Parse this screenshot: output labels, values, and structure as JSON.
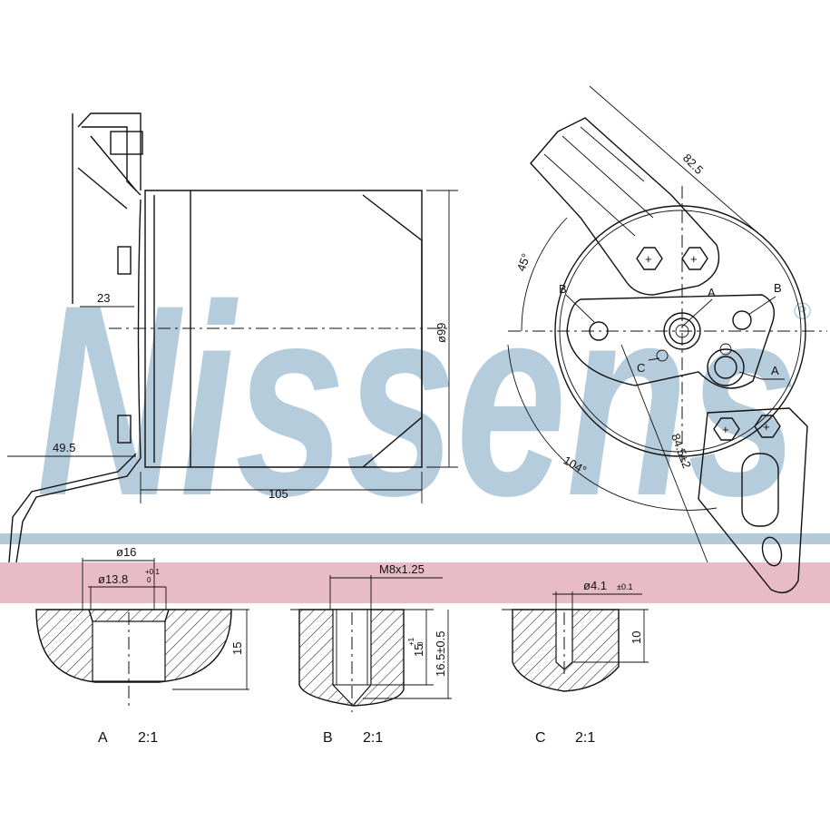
{
  "watermark": {
    "brand": "Nissens",
    "registered": "®"
  },
  "colors": {
    "watermark": "#a9c4d8",
    "blue_band": "#b4cad9",
    "pink_band": "#e7bcc6",
    "line": "#111111"
  },
  "side_view": {
    "dim_length": "105",
    "dim_diameter": "ø99",
    "dim_bracket_offset": "23",
    "dim_bracket_width": "49.5"
  },
  "end_view": {
    "dim_82_5": "82.5",
    "angle_45": "45°",
    "angle_104": "104°",
    "dim_84_5": "84.5±2",
    "label_a1": "A",
    "label_a2": "A",
    "label_b1": "B",
    "label_b2": "B",
    "label_c": "C"
  },
  "details": [
    {
      "outer": "ø16",
      "inner": "ø13.8",
      "tol_up": "+0.1",
      "tol_down": "0",
      "depth": "15",
      "caption_letter": "A",
      "caption_scale": "2:1"
    },
    {
      "thread": "M8x1.25",
      "depth1": "15",
      "depth1_tol_up": "+1",
      "depth1_tol_down": "0",
      "depth2": "16.5±0.5",
      "caption_letter": "B",
      "caption_scale": "2:1"
    },
    {
      "hole": "ø4.1",
      "hole_tol": "±0.1",
      "depth": "10",
      "caption_letter": "C",
      "caption_scale": "2:1"
    }
  ]
}
